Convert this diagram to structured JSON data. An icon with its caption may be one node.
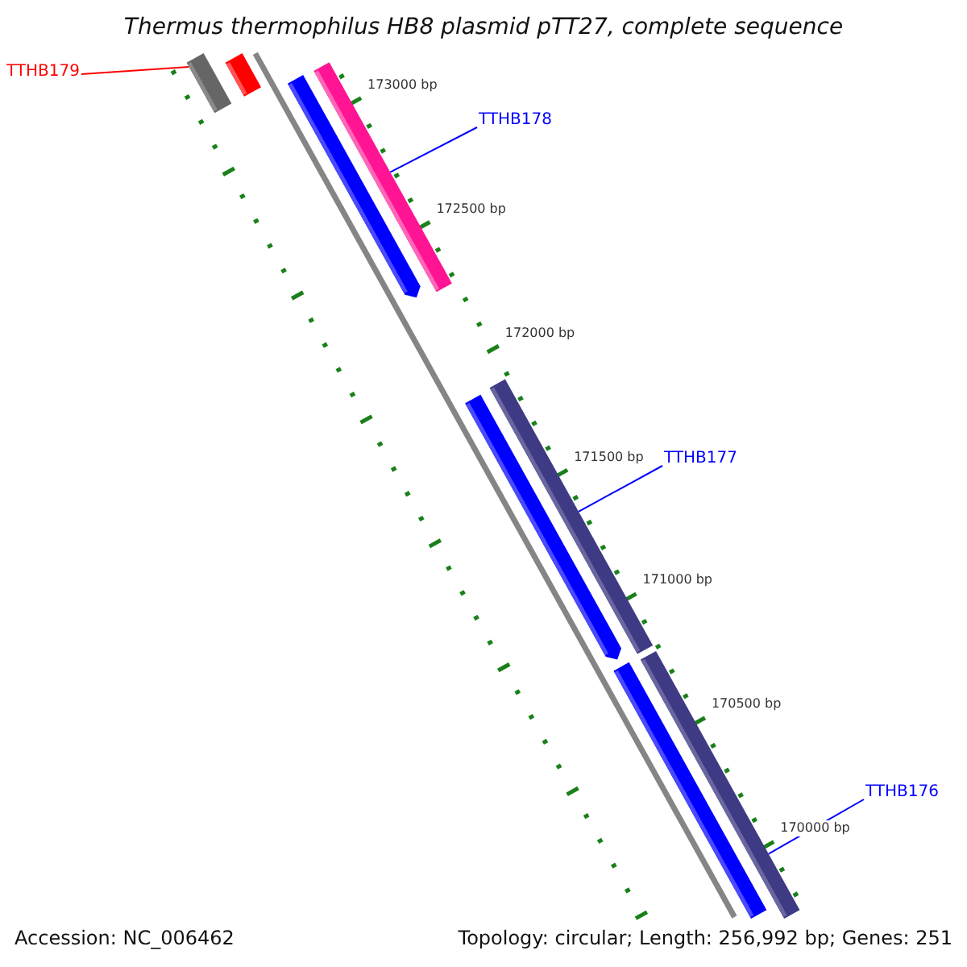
{
  "diagram": {
    "title": "Thermus thermophilus HB8 plasmid pTT27, complete sequence",
    "nodes": [
      {
        "text": [
          "TTHB179"
        ]
      },
      {
        "text": [
          "TTHB178"
        ]
      },
      {
        "text": [
          "TTHB177"
        ]
      },
      {
        "text": [
          "TTHB176"
        ]
      },
      {
        "text": [],
        "shape": "bar"
      },
      {
        "text": [],
        "shape": "bar"
      },
      {
        "text": [],
        "shape": "bar"
      },
      {
        "text": [],
        "shape": "bar"
      },
      {
        "text": [],
        "shape": "bar"
      },
      {
        "text": [],
        "shape": "bar"
      },
      {
        "text": [],
        "shape": "bar"
      },
      {
        "text": [],
        "shape": "bar"
      }
    ],
    "edges": [
      {
        "from": 0,
        "to": 4,
        "arrow": "none",
        "color": "#ff0000"
      },
      {
        "from": 1,
        "to": 7,
        "arrow": "none"
      },
      {
        "from": 2,
        "to": 9,
        "arrow": "none"
      },
      {
        "from": 3,
        "to": 11,
        "arrow": "none"
      }
    ],
    "labels": [
      "173000 bp",
      "172500 bp",
      "172000 bp",
      "171500 bp",
      "171000 bp",
      "170500 bp",
      "170000 bp",
      "Accession: NC_006462",
      "Topology: circular; Length: 256,992 bp; Genes: 251"
    ]
  }
}
